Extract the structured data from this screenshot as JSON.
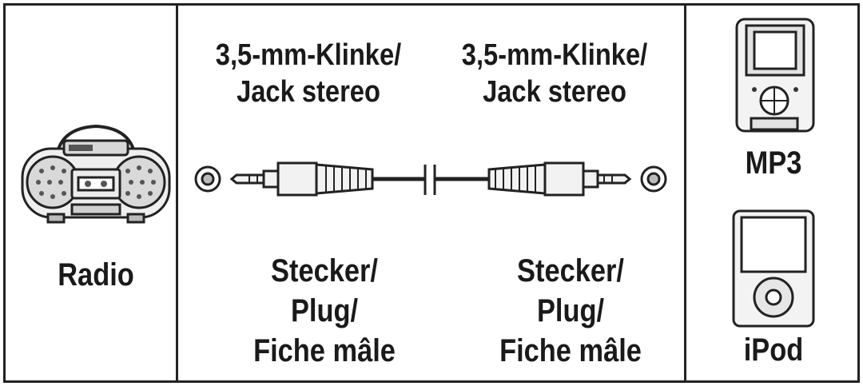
{
  "left_panel": {
    "device_label": "Radio",
    "device_icon": "radio-boombox-icon"
  },
  "cable": {
    "left_end_label": [
      "3,5-mm-Klinke/",
      "Jack stereo"
    ],
    "right_end_label": [
      "3,5-mm-Klinke/",
      "Jack stereo"
    ],
    "left_plug_label": [
      "Stecker/",
      "Plug/",
      "Fiche mâle"
    ],
    "right_plug_label": [
      "Stecker/",
      "Plug/",
      "Fiche mâle"
    ],
    "icon": "stereo-jack-cable-icon"
  },
  "right_panel": {
    "devices": [
      {
        "label": "MP3",
        "icon": "mp3-player-icon"
      },
      {
        "label": "iPod",
        "icon": "ipod-icon"
      }
    ]
  }
}
